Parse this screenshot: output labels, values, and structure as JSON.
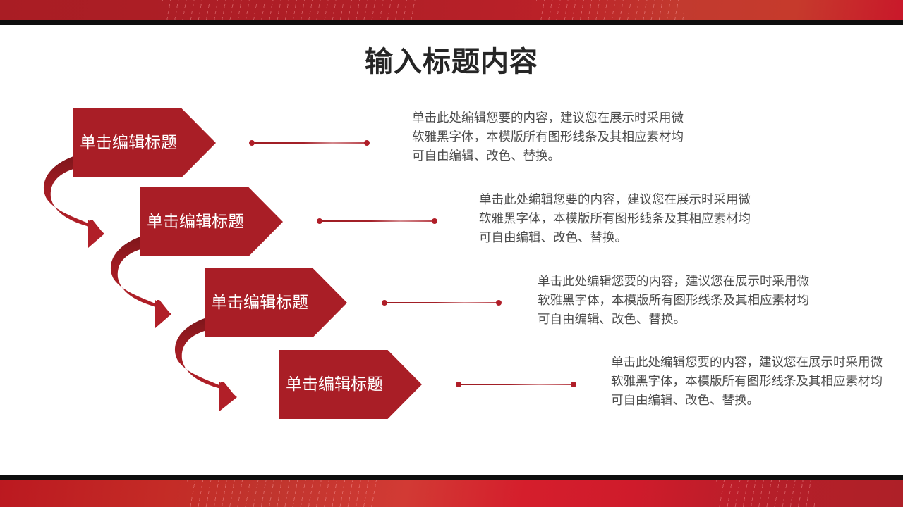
{
  "slide": {
    "title": "输入标题内容",
    "colors": {
      "accent_red": "#a91e26",
      "band_red": "#b01f27",
      "stripe_black": "#0e0e0e",
      "title_text": "#262626",
      "body_text": "#4d4d4d",
      "box_text": "#ffffff"
    }
  },
  "steps": [
    {
      "label": "单击编辑标题",
      "description": "单击此处编辑您要的内容，建议您在展示时采用微软雅黑字体，本模版所有图形线条及其相应素材均可自由编辑、改色、替换。"
    },
    {
      "label": "单击编辑标题",
      "description": "单击此处编辑您要的内容，建议您在展示时采用微软雅黑字体，本模版所有图形线条及其相应素材均可自由编辑、改色、替换。"
    },
    {
      "label": "单击编辑标题",
      "description": "单击此处编辑您要的内容，建议您在展示时采用微软雅黑字体，本模版所有图形线条及其相应素材均可自由编辑、改色、替换。"
    },
    {
      "label": "单击编辑标题",
      "description": "单击此处编辑您要的内容，建议您在展示时采用微软雅黑字体，本模版所有图形线条及其相应素材均可自由编辑、改色、替换。"
    }
  ],
  "icons": {
    "curved_arrow": "curved-down-right-arrow",
    "connector_dot": "dot"
  }
}
